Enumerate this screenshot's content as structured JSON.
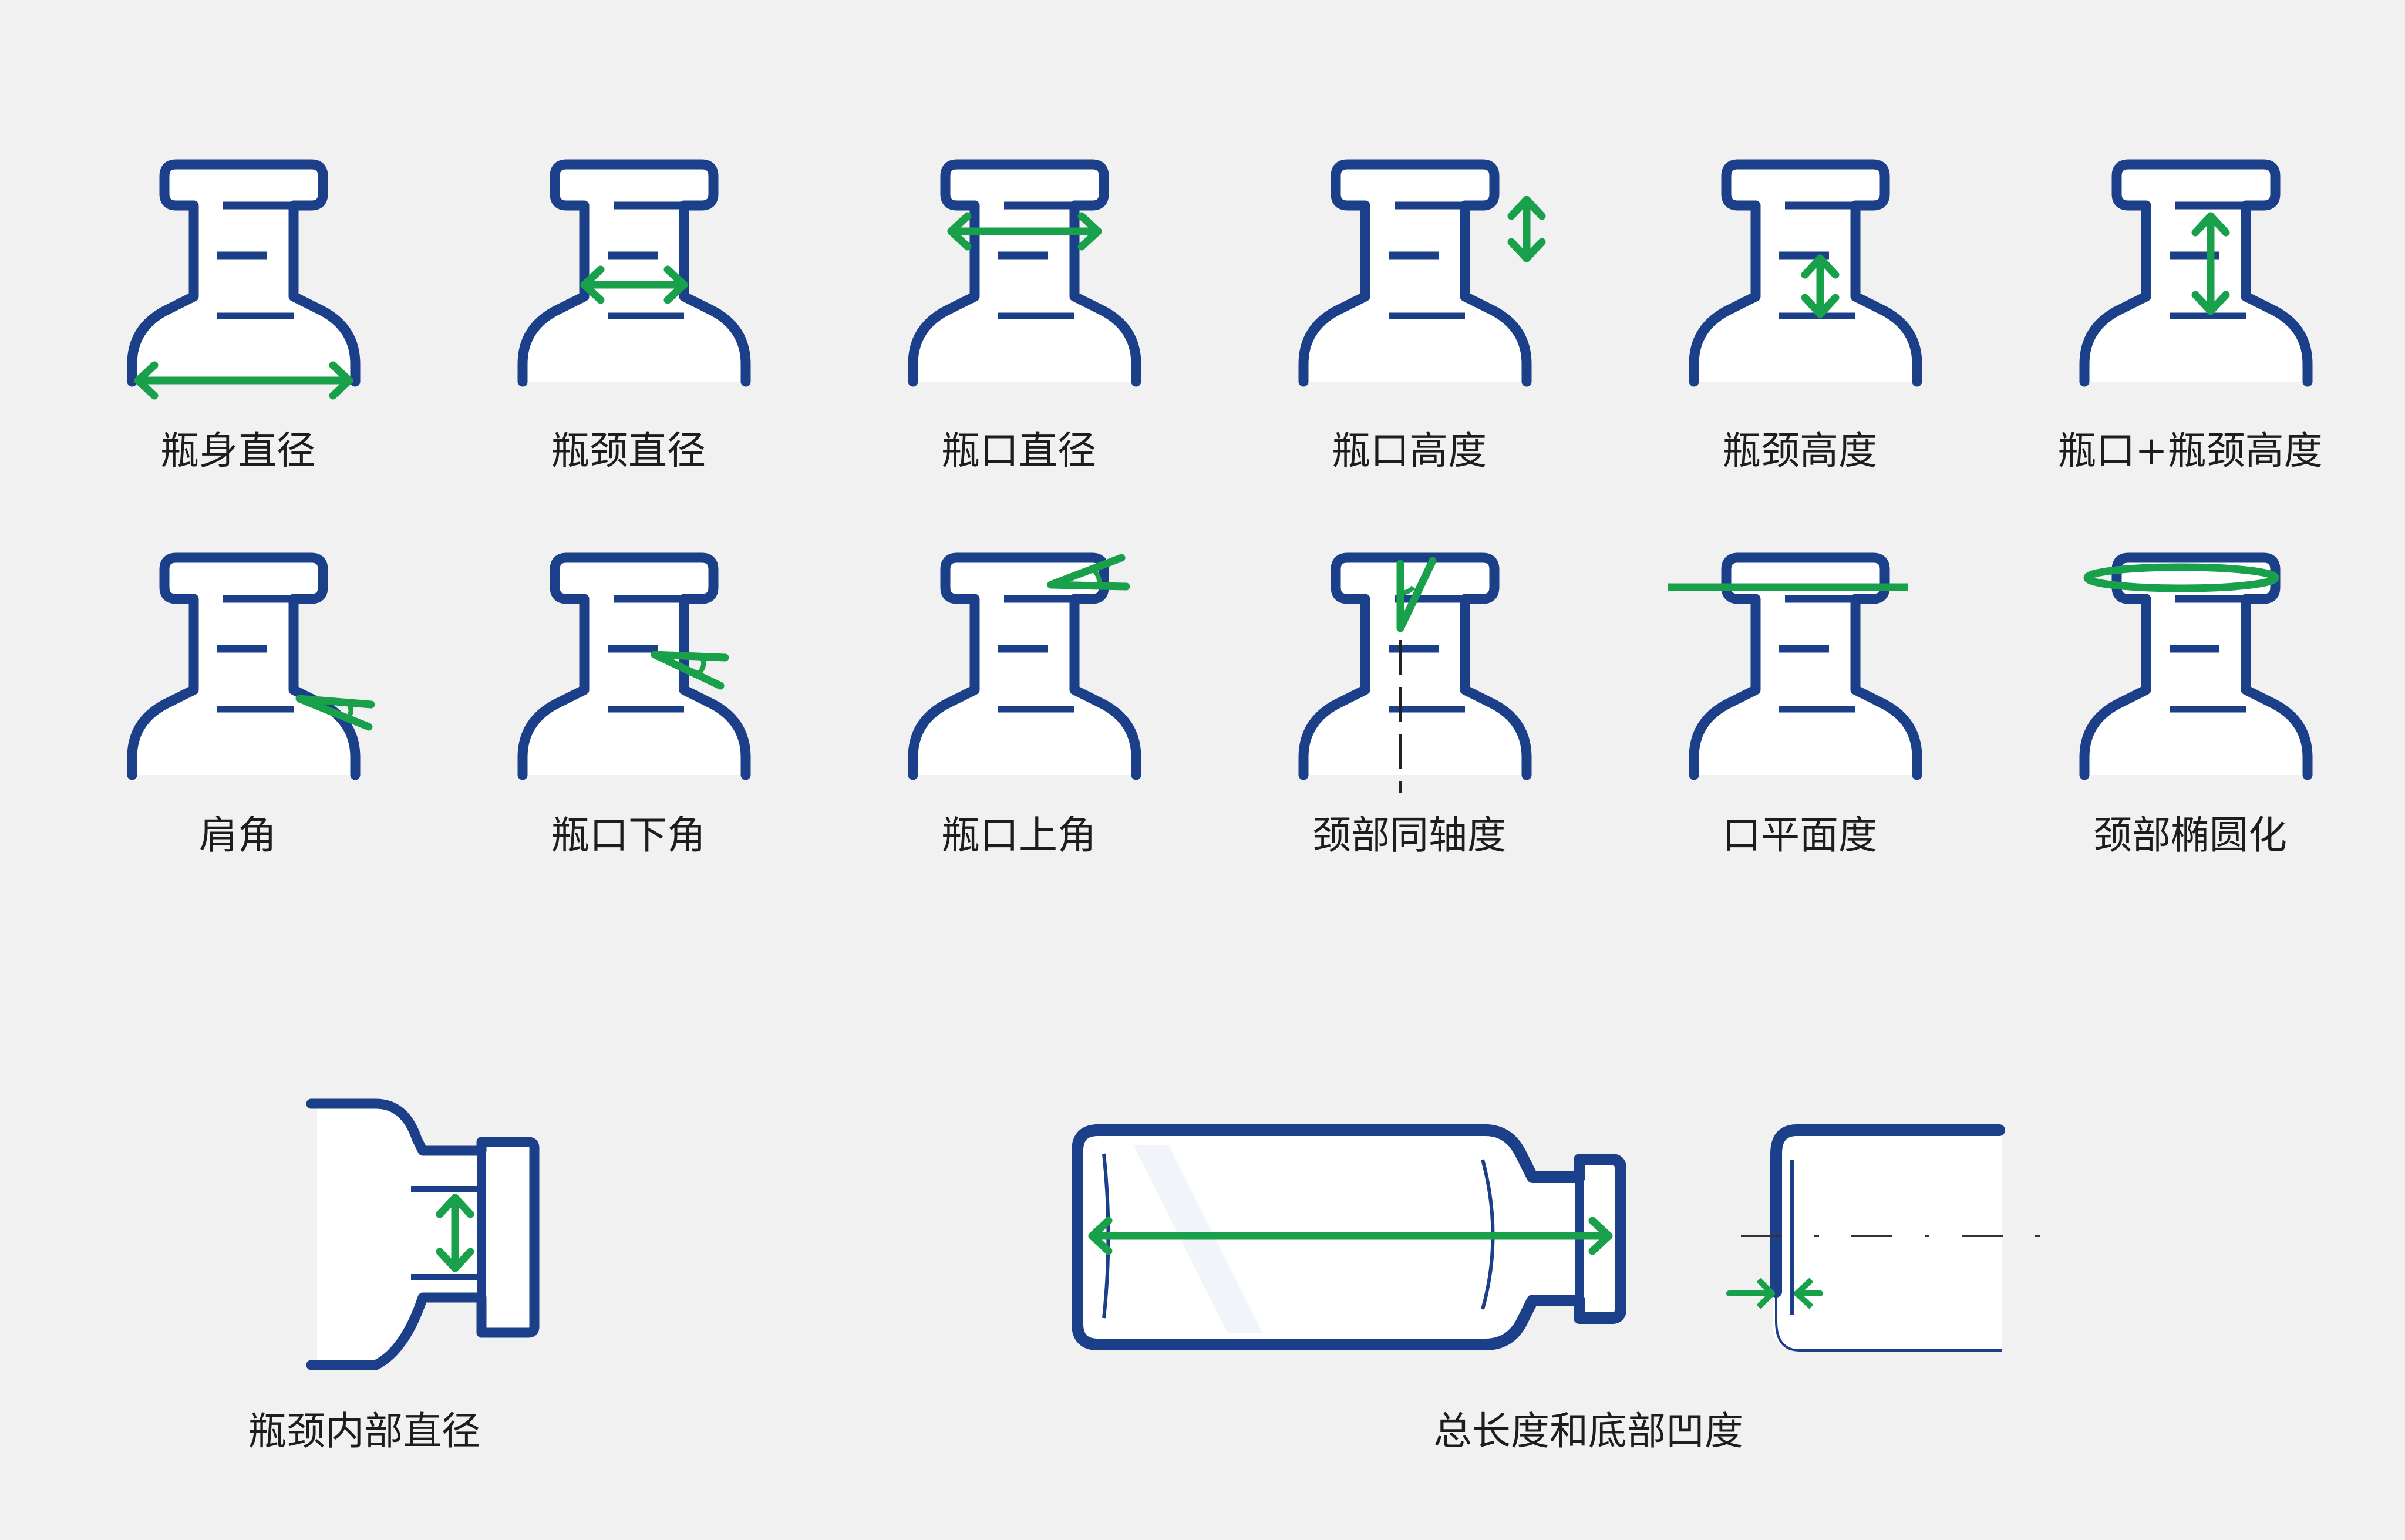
{
  "colors": {
    "background": "#f1f1f1",
    "outline": "#1c3f8a",
    "measure": "#18a04a",
    "fill": "#ffffff",
    "text": "#1d1d1d"
  },
  "row1": [
    {
      "label": "瓶身直径",
      "indicator": "body-diameter-arrow-icon"
    },
    {
      "label": "瓶颈直径",
      "indicator": "neck-diameter-arrow-icon"
    },
    {
      "label": "瓶口直径",
      "indicator": "mouth-diameter-arrow-icon"
    },
    {
      "label": "瓶口高度",
      "indicator": "mouth-height-arrow-icon"
    },
    {
      "label": "瓶颈高度",
      "indicator": "neck-height-arrow-icon"
    },
    {
      "label": "瓶口+瓶颈高度",
      "indicator": "mouth-neck-height-arrow-icon"
    }
  ],
  "row2": [
    {
      "label": "肩角",
      "indicator": "shoulder-angle-icon"
    },
    {
      "label": "瓶口下角",
      "indicator": "mouth-lower-angle-icon"
    },
    {
      "label": "瓶口上角",
      "indicator": "mouth-upper-angle-icon"
    },
    {
      "label": "颈部同轴度",
      "indicator": "neck-coaxiality-icon"
    },
    {
      "label": "口平面度",
      "indicator": "mouth-flatness-icon"
    },
    {
      "label": "颈部椭圆化",
      "indicator": "neck-ovality-icon"
    }
  ],
  "bottom": {
    "neck_inner": {
      "label": "瓶颈内部直径"
    },
    "total_length": {
      "label": "总长度和底部凹度"
    }
  }
}
